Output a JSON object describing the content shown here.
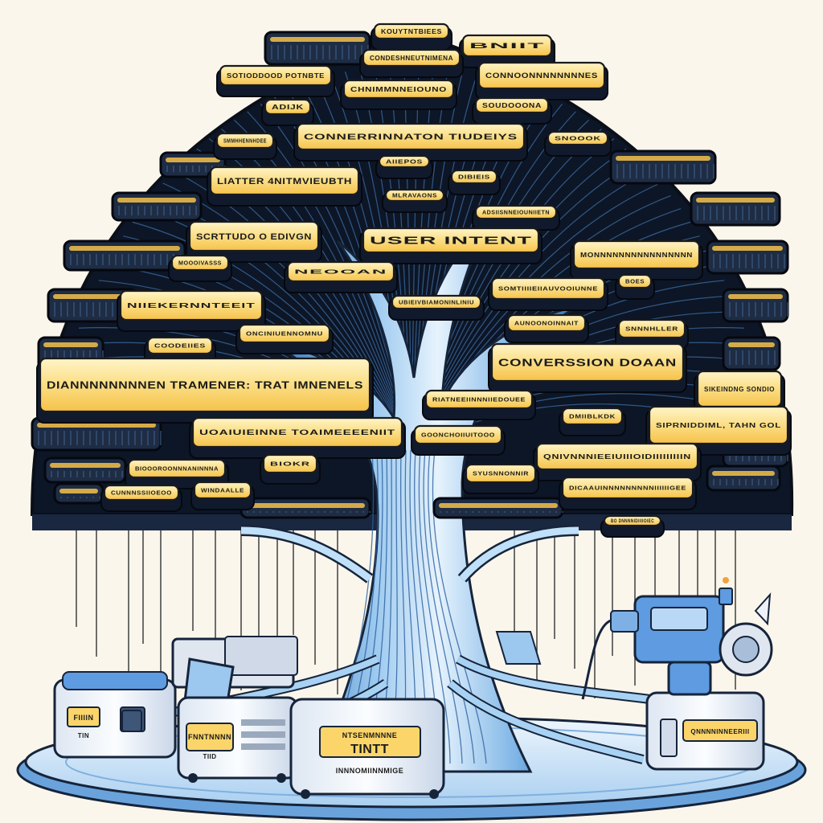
{
  "colors": {
    "background": "#fbf6ec",
    "label_fill": "#fbd56a",
    "label_highlight": "#fff4c8",
    "label_edge": "#1b1b1b",
    "trunk_light": "#d8ecfb",
    "trunk_mid": "#7fb5e6",
    "trunk_dark": "#2f6fb2",
    "canopy_dark": "#0d1626",
    "platform": "#a9cff0",
    "machine_body": "#eef2f8",
    "machine_blue": "#5e9be0"
  },
  "canopy": {
    "labels": [
      {
        "text": "KOUYTNTBIEES"
      },
      {
        "text": "BNIIT"
      },
      {
        "text": "CONDESHNEUTNIMENA"
      },
      {
        "text": "CONNOONNNNNNNNES"
      },
      {
        "text": "SOTIODDOOD POTNBTE"
      },
      {
        "text": "CHNIMMNNEIOUNO"
      },
      {
        "text": "ADIJK"
      },
      {
        "text": "SOUDOOONA"
      },
      {
        "text": "CONNERRINNATON TIUDEIYS"
      },
      {
        "text": "SNOOOK"
      },
      {
        "text": "SMMHHENNHDEE"
      },
      {
        "text": "AIIEPOS"
      },
      {
        "text": "DIBIEIS"
      },
      {
        "text": "LIATTER 4NITMVIEUBTH"
      },
      {
        "text": "MLRAVAONS"
      },
      {
        "text": "ADSIISNNEIOUNIIETN"
      },
      {
        "text": "SCRTTUDO O EDIVGN"
      },
      {
        "text": "USER INTENT"
      },
      {
        "text": "MONNNNNNNNNNNNNNNN"
      },
      {
        "text": "MOOOIVASSS"
      },
      {
        "text": "NEOOAN"
      },
      {
        "text": "SOMTIIIIEIIAUVOOIUNNE"
      },
      {
        "text": "BOES"
      },
      {
        "text": "NIIEKERNNTEEIT"
      },
      {
        "text": "UBIEIVBIAMONINLINIU"
      },
      {
        "text": "AUNOONOINNAIT"
      },
      {
        "text": "SNNNHLLER"
      },
      {
        "text": "COODEIIES"
      },
      {
        "text": "ONCINIUENNOMNU"
      },
      {
        "text": "CONVERSSION DOAAN"
      },
      {
        "text": "DIANNNNNNNNEN TRAMENER: TRAT IMNENELS"
      },
      {
        "text": "SIKEINDNG SONDIO"
      },
      {
        "text": "RIATNEEIINNNIIEDOUEE"
      },
      {
        "text": "DMIIBLKDK"
      },
      {
        "text": "SIPRNIDDIML, TAHN GOL"
      },
      {
        "text": "UOAIUIEINNE TOAIMEEEENIIT"
      },
      {
        "text": "GOONCHOIIUITOOO"
      },
      {
        "text": "QNIVNNNIEEIUIIIOIDIIIIIIIIIN"
      },
      {
        "text": "BIOOOROONNNANINNNA"
      },
      {
        "text": "BIOKR"
      },
      {
        "text": "SYUSNNONNIR"
      },
      {
        "text": "CUNNNSSIIOEOO"
      },
      {
        "text": "WINDAALLE"
      },
      {
        "text": "DICAAUINNNNNNNNNIIIIIIGEE"
      },
      {
        "text": "BO DNNNNIDIIIIOIEC"
      }
    ]
  },
  "machines": {
    "left_tag": "FIIIIN",
    "left_caption": "TIN",
    "middle_tag": "FNNTNNNN",
    "middle_caption": "TIID",
    "center_tag_line1": "NTSENMNNNE",
    "center_tag_line2": "TINTT",
    "center_caption": "INNNOMIINNMIGE",
    "right_tag": "QNNNNINNEERIII"
  }
}
